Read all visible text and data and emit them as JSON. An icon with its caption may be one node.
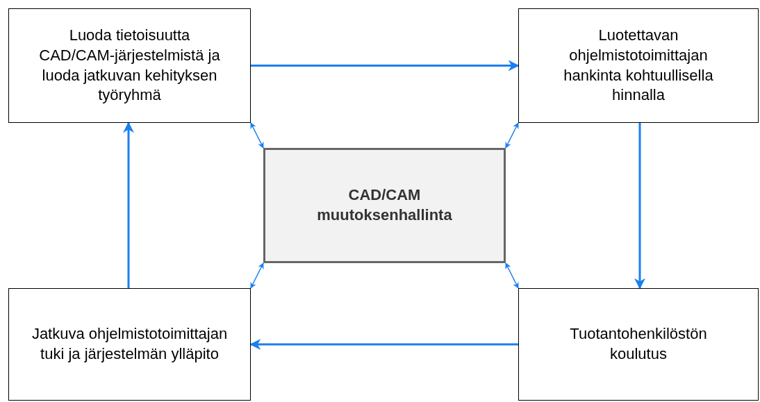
{
  "diagram": {
    "nodes": [
      {
        "text": [
          "Luoda tietoisuutta CAD/CAM-järjestelmistä ja luoda jatkuvan kehityksen työryhmä"
        ]
      },
      {
        "text": [
          "Luotettavan ohjelmistotoimittajan hankinta kohtuullisella hinnalla"
        ]
      },
      {
        "text": [
          "CAD/CAM muutoksenhallinta"
        ]
      },
      {
        "text": [
          "Jatkuva ohjelmistotoimittajan tuki ja järjestelmän ylläpito"
        ]
      },
      {
        "text": [
          "Tuotantohenkilöstön koulutus"
        ]
      }
    ],
    "edges": [
      {
        "from": 0,
        "to": 1,
        "arrow": "to"
      },
      {
        "from": 1,
        "to": 4,
        "arrow": "to"
      },
      {
        "from": 4,
        "to": 3,
        "arrow": "to"
      },
      {
        "from": 3,
        "to": 0,
        "arrow": "to"
      },
      {
        "from": 2,
        "to": 0,
        "arrow": "both"
      },
      {
        "from": 2,
        "to": 1,
        "arrow": "both"
      },
      {
        "from": 2,
        "to": 3,
        "arrow": "both"
      },
      {
        "from": 2,
        "to": 4,
        "arrow": "both"
      }
    ]
  }
}
